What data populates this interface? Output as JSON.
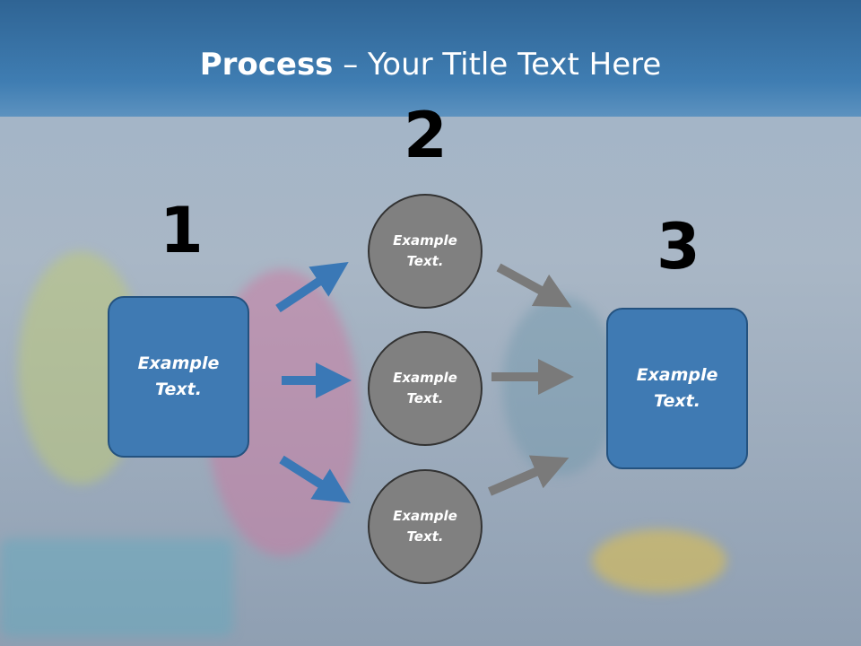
{
  "slide": {
    "title_bold": "Process",
    "title_rest": " – Your Title Text Here",
    "steps": {
      "one": "1",
      "two": "2",
      "three": "3"
    },
    "left_box": {
      "line1": "Example",
      "line2": "Text."
    },
    "right_box": {
      "line1": "Example",
      "line2": "Text."
    },
    "circles": [
      {
        "line1": "Example",
        "line2": "Text."
      },
      {
        "line1": "Example",
        "line2": "Text."
      },
      {
        "line1": "Example",
        "line2": "Text."
      }
    ]
  },
  "colors": {
    "blue_box": "#3f7ab3",
    "blue_arrow": "#3a78b6",
    "gray_circle": "#808080",
    "gray_arrow": "#7a7a7a",
    "title_band": "#3f7db2"
  }
}
